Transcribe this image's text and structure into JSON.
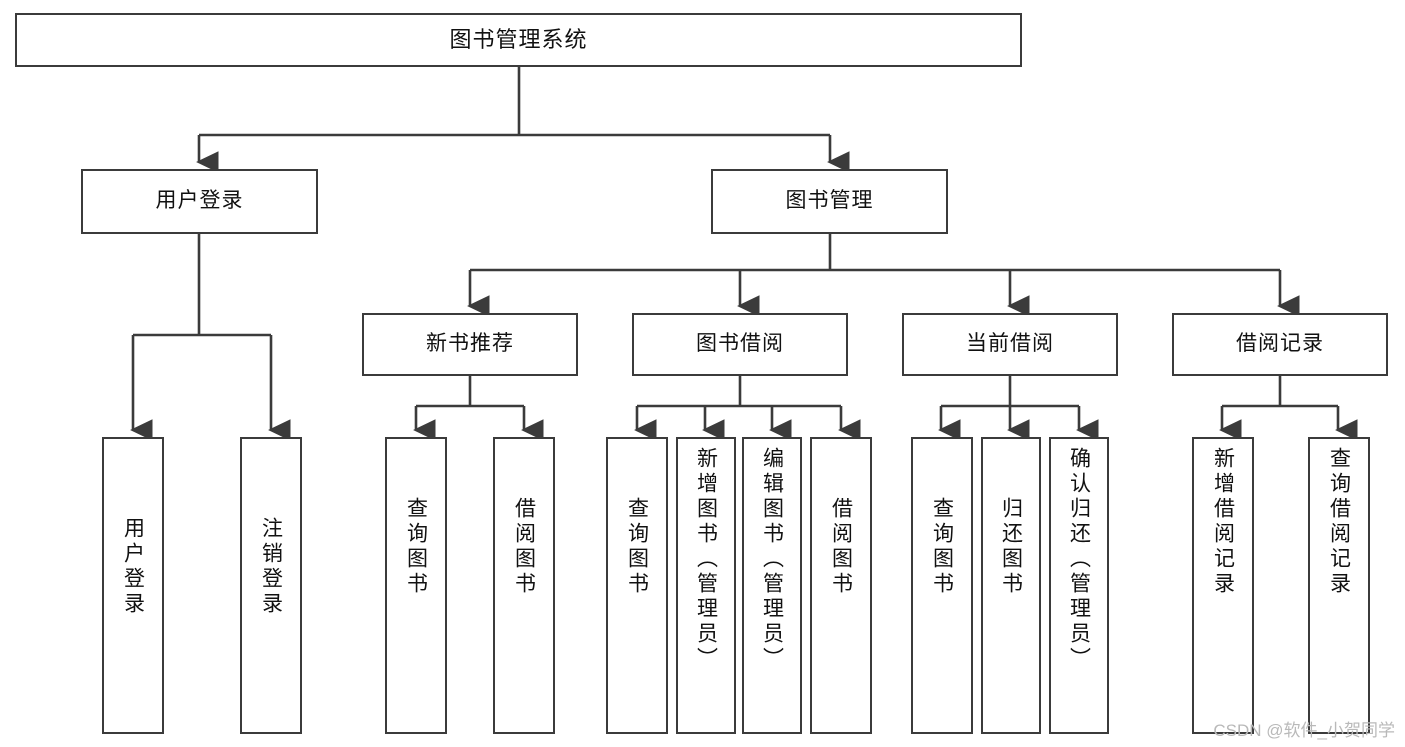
{
  "diagram": {
    "title": "图书管理系统",
    "type": "tree-hierarchy",
    "watermark": "CSDN @软件_小贺同学",
    "colors": {
      "background": "#ffffff",
      "box_border": "#3b3b3b",
      "box_fill": "#ffffff",
      "connector": "#3b3b3b",
      "text": "#111111",
      "watermark": "#b9b9b9"
    },
    "root": {
      "label": "图书管理系统"
    },
    "level2": [
      {
        "label": "用户登录"
      },
      {
        "label": "图书管理"
      }
    ],
    "level3": [
      {
        "label": "新书推荐"
      },
      {
        "label": "图书借阅"
      },
      {
        "label": "当前借阅"
      },
      {
        "label": "借阅记录"
      }
    ],
    "leaves": {
      "user_login": [
        {
          "label": "用户登录"
        },
        {
          "label": "注销登录"
        }
      ],
      "new_book_recommend": [
        {
          "label": "查询图书"
        },
        {
          "label": "借阅图书"
        }
      ],
      "book_borrow": [
        {
          "label": "查询图书"
        },
        {
          "label": "新增图书（管理员）"
        },
        {
          "label": "编辑图书（管理员）"
        },
        {
          "label": "借阅图书"
        }
      ],
      "current_borrow": [
        {
          "label": "查询图书"
        },
        {
          "label": "归还图书"
        },
        {
          "label": "确认归还（管理员）"
        }
      ],
      "borrow_record": [
        {
          "label": "新增借阅记录"
        },
        {
          "label": "查询借阅记录"
        }
      ]
    }
  }
}
